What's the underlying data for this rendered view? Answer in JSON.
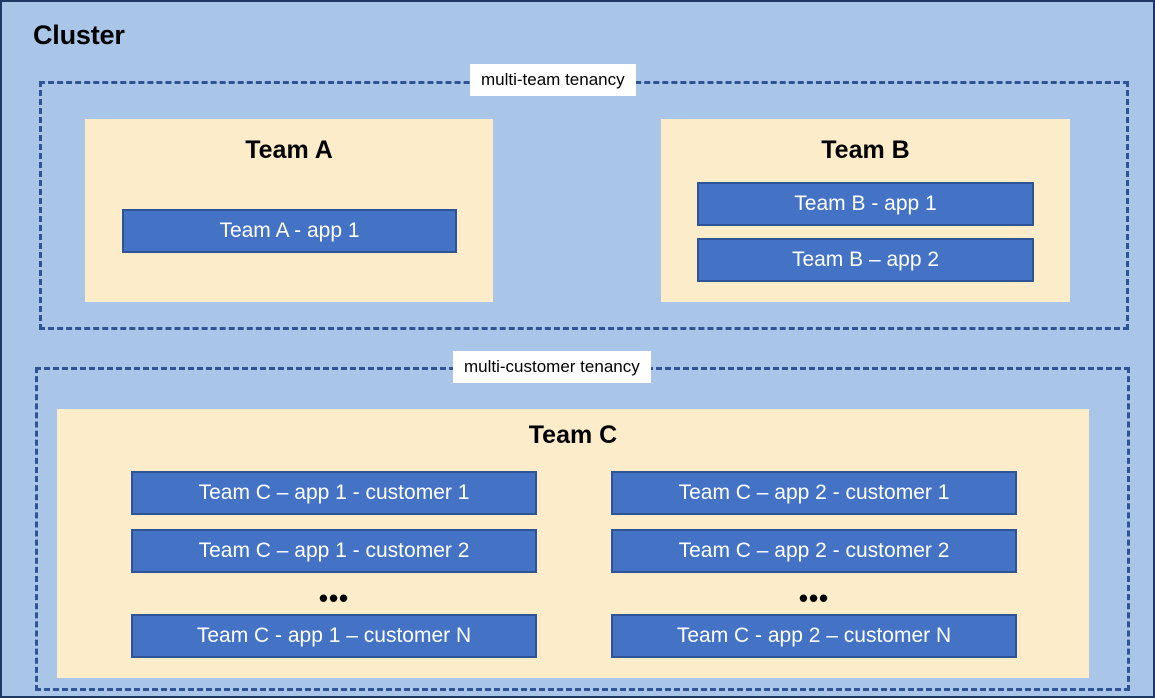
{
  "diagram": {
    "title": "Cluster",
    "colors": {
      "canvas_background": "#a9c6e8",
      "canvas_border": "#1f3864",
      "zone_dash": "#2f5496",
      "team_card": "#fcecca",
      "app_box_fill": "#4472c4",
      "app_box_border": "#2f5496",
      "app_box_text": "#ffffff",
      "label_background": "#ffffff",
      "text": "#000000"
    },
    "zones": [
      {
        "id": "multi-team",
        "label": "multi-team tenancy",
        "teams": [
          {
            "id": "team-a",
            "heading": "Team A",
            "apps": [
              {
                "id": "team-a-app-1",
                "label": "Team A - app 1"
              }
            ]
          },
          {
            "id": "team-b",
            "heading": "Team B",
            "apps": [
              {
                "id": "team-b-app-1",
                "label": "Team B - app 1"
              },
              {
                "id": "team-b-app-2",
                "label": "Team B – app 2"
              }
            ]
          }
        ]
      },
      {
        "id": "multi-customer",
        "label": "multi-customer tenancy",
        "teams": [
          {
            "id": "team-c",
            "heading": "Team C",
            "columns": [
              {
                "id": "team-c-app-1",
                "apps": [
                  {
                    "id": "team-c-app-1-customer-1",
                    "label": "Team C – app 1 - customer 1"
                  },
                  {
                    "id": "team-c-app-1-customer-2",
                    "label": "Team C – app 1 - customer 2"
                  },
                  {
                    "id": "team-c-app-1-customer-n",
                    "label": "Team C - app 1 – customer N"
                  }
                ],
                "ellipsis": "•••"
              },
              {
                "id": "team-c-app-2",
                "apps": [
                  {
                    "id": "team-c-app-2-customer-1",
                    "label": "Team C – app 2 - customer 1"
                  },
                  {
                    "id": "team-c-app-2-customer-2",
                    "label": "Team C – app 2 - customer 2"
                  },
                  {
                    "id": "team-c-app-2-customer-n",
                    "label": "Team C - app 2 – customer N"
                  }
                ],
                "ellipsis": "•••"
              }
            ]
          }
        ]
      }
    ]
  }
}
